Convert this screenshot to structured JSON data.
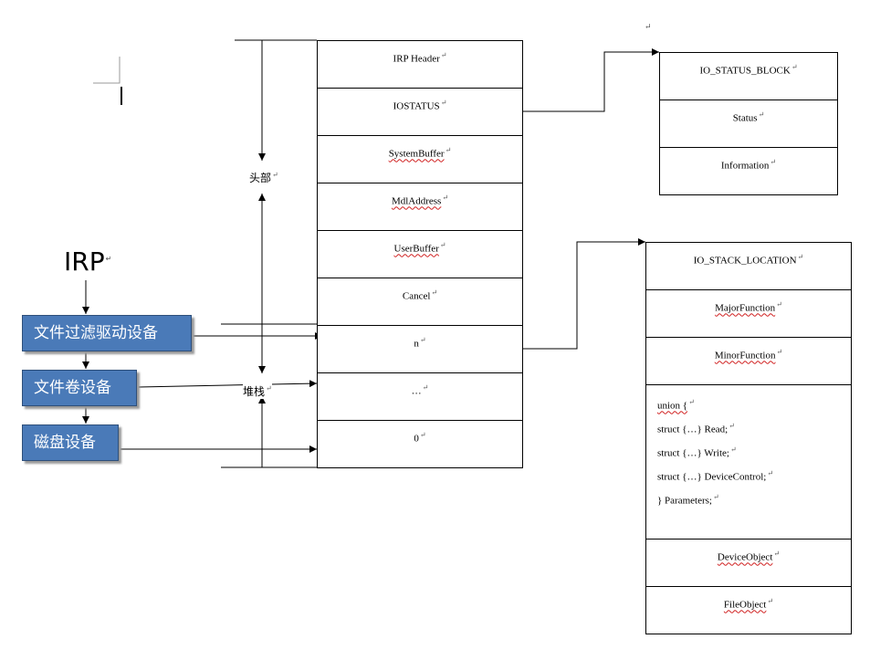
{
  "irp_label": "IRP",
  "devices": [
    {
      "label": "文件过滤驱动设备"
    },
    {
      "label": "文件卷设备"
    },
    {
      "label": "磁盘设备"
    }
  ],
  "brackets": {
    "header": "头部",
    "stack": "堆栈"
  },
  "irp_struct": {
    "header_rows": [
      "IRP Header",
      "IOSTATUS",
      "SystemBuffer",
      "MdlAddress",
      "UserBuffer",
      "Cancel"
    ],
    "stack_rows": [
      "n",
      "…",
      "0"
    ]
  },
  "io_status_block": {
    "title": "IO_STATUS_BLOCK",
    "rows": [
      "Status",
      "Information"
    ]
  },
  "io_stack_location": {
    "title": "IO_STACK_LOCATION",
    "rows": [
      "MajorFunction",
      "MinorFunction"
    ],
    "union_lines": [
      "union {",
      "struct {…} Read;",
      "struct {…} Write;",
      "struct {…} DeviceControl;",
      "} Parameters;"
    ],
    "tail_rows": [
      "DeviceObject",
      "FileObject"
    ]
  },
  "para_mark": "↵"
}
